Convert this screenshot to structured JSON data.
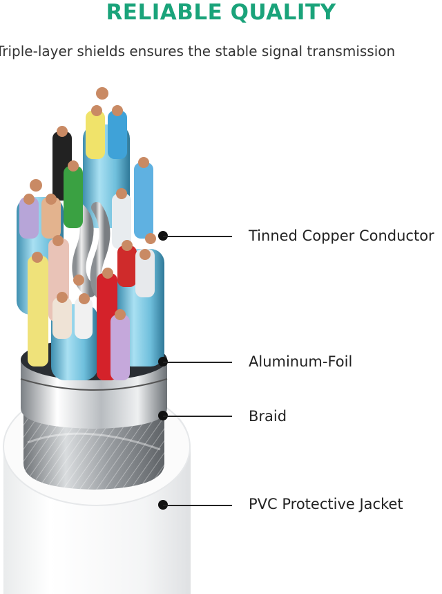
{
  "header": {
    "title": "RELIABLE QUALITY",
    "subtitle": "Triple-layer shields ensures the stable signal transmission"
  },
  "callouts": [
    {
      "label": "Tinned Copper Conductor"
    },
    {
      "label": "Aluminum-Foil"
    },
    {
      "label": "Braid"
    },
    {
      "label": "PVC Protective Jacket"
    }
  ],
  "colors": {
    "title": "#1aa37a",
    "text": "#222222",
    "jacket": "#f4f5f5",
    "braid": "#a9acaf",
    "foil": "#d7dade",
    "copper": "#c98a64"
  }
}
